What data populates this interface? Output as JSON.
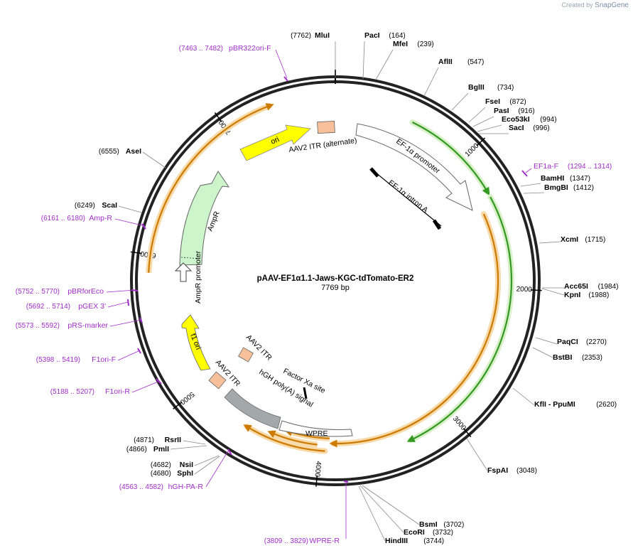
{
  "app": {
    "credit": "Created by",
    "brand": "SnapGene"
  },
  "plasmid": {
    "name": "pAAV-EF1α1.1-Jaws-KGC-tdTomato-ER2",
    "length_label": "7769 bp",
    "length": 7769
  },
  "ticks": [
    {
      "pos": 1000,
      "label": "1000"
    },
    {
      "pos": 2000,
      "label": "2000"
    },
    {
      "pos": 3000,
      "label": "3000"
    },
    {
      "pos": 4000,
      "label": "4000"
    },
    {
      "pos": 5000,
      "label": "5000"
    },
    {
      "pos": 6000,
      "label": "6000"
    },
    {
      "pos": 7000,
      "label": "7000"
    }
  ],
  "sites": [
    {
      "name": "MluI",
      "pos": "(7762)"
    },
    {
      "name": "PacI",
      "pos": "(164)"
    },
    {
      "name": "MfeI",
      "pos": "(239)"
    },
    {
      "name": "AflII",
      "pos": "(547)"
    },
    {
      "name": "BglII",
      "pos": "(734)"
    },
    {
      "name": "FseI",
      "pos": "(872)"
    },
    {
      "name": "PasI",
      "pos": "(916)"
    },
    {
      "name": "Eco53kI",
      "pos": "(994)"
    },
    {
      "name": "SacI",
      "pos": "(996)"
    },
    {
      "name": "BamHI",
      "pos": "(1347)"
    },
    {
      "name": "BmgBI",
      "pos": "(1412)"
    },
    {
      "name": "XcmI",
      "pos": "(1715)"
    },
    {
      "name": "Acc65I",
      "pos": "(1984)"
    },
    {
      "name": "KpnI",
      "pos": "(1988)"
    },
    {
      "name": "PaqCI",
      "pos": "(2270)"
    },
    {
      "name": "BstBI",
      "pos": "(2353)"
    },
    {
      "name": "KflI - PpuMI",
      "pos": "(2620)"
    },
    {
      "name": "FspAI",
      "pos": "(3048)"
    },
    {
      "name": "BsmI",
      "pos": "(3702)"
    },
    {
      "name": "EcoRI",
      "pos": "(3732)"
    },
    {
      "name": "HindIII",
      "pos": "(3744)"
    },
    {
      "name": "NsiI",
      "pos": "(4682)"
    },
    {
      "name": "SphI",
      "pos": "(4680)"
    },
    {
      "name": "RsrII",
      "pos": "(4871)"
    },
    {
      "name": "PmlI",
      "pos": "(4866)"
    },
    {
      "name": "ScaI",
      "pos": "(6249)"
    },
    {
      "name": "AseI",
      "pos": "(6555)"
    }
  ],
  "primers": [
    {
      "name": "pBR322ori-F",
      "range": "(7463 .. 7482)"
    },
    {
      "name": "EF1a-F",
      "range": "(1294 .. 1314)"
    },
    {
      "name": "Amp-R",
      "range": "(6161 .. 6180)"
    },
    {
      "name": "pBRforEco",
      "range": "(5752 .. 5770)"
    },
    {
      "name": "pGEX 3'",
      "range": "(5692 .. 5714)"
    },
    {
      "name": "pRS-marker",
      "range": "(5573 .. 5592)"
    },
    {
      "name": "F1ori-F",
      "range": "(5398 .. 5419)"
    },
    {
      "name": "F1ori-R",
      "range": "(5188 .. 5207)"
    },
    {
      "name": "hGH-PA-R",
      "range": "(4563 .. 4582)"
    },
    {
      "name": "WPRE-R",
      "range": "(3809 .. 3829)"
    }
  ],
  "features": [
    {
      "name": "ori"
    },
    {
      "name": "AAV2 ITR (alternate)"
    },
    {
      "name": "EF-1α promoter"
    },
    {
      "name": "EF-1α intron A"
    },
    {
      "name": "AmpR"
    },
    {
      "name": "AmpR promoter"
    },
    {
      "name": "f1 ori"
    },
    {
      "name": "AAV2 ITR"
    },
    {
      "name": "AAV2 ITR"
    },
    {
      "name": "hGH poly(A) signal"
    },
    {
      "name": "Factor Xa site"
    },
    {
      "name": "WPRE"
    }
  ],
  "colors": {
    "ori": "#ffff00",
    "itr": "#f8c09a",
    "ampr": "#ccf5cc",
    "green_orf": "#339922",
    "orange_orf": "#cc7a00",
    "orange_halo": "#f8d9a8",
    "polyA": "#a3a8ab",
    "primer": "#a02ec8",
    "backbone": "#222222"
  }
}
